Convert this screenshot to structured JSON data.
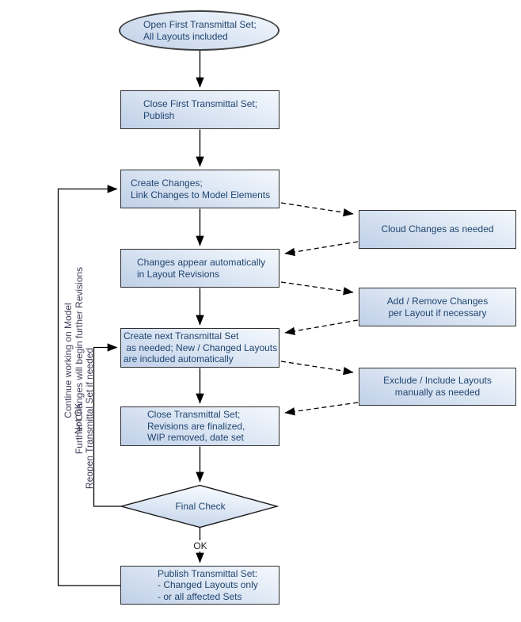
{
  "diagram": {
    "colors": {
      "node_fill_light": "#f4f8fd",
      "node_fill_dark": "#c0d0e8",
      "border": "#2f2f2f",
      "text": "#20456f",
      "rotated_label_text": "#3f3f5a",
      "connector": "#000000"
    },
    "start": {
      "lines": [
        "Open First Transmittal Set;",
        "All Layouts included"
      ]
    },
    "main": [
      {
        "id": "close-first",
        "lines": [
          "Close First Transmittal Set;",
          "Publish"
        ]
      },
      {
        "id": "create-changes",
        "lines": [
          "Create Changes;",
          "Link Changes to Model Elements"
        ]
      },
      {
        "id": "changes-appear",
        "lines": [
          "Changes appear automatically",
          "in Layout Revisions"
        ]
      },
      {
        "id": "create-next",
        "lines": [
          "Create next Transmittal Set",
          " as needed; New / Changed Layouts",
          "are included automatically"
        ]
      },
      {
        "id": "close-transmittal",
        "lines": [
          "Close Transmittal Set;",
          "Revisions are finalized,",
          "WIP removed, date set"
        ]
      },
      {
        "id": "publish",
        "lines": [
          "Publish Transmittal Set:",
          "- Changed Layouts only",
          "- or all affected Sets"
        ]
      }
    ],
    "side": [
      {
        "id": "cloud-changes",
        "lines": [
          "Cloud Changes as needed",
          ""
        ]
      },
      {
        "id": "add-remove",
        "lines": [
          "Add / Remove Changes",
          "per Layout if necessary"
        ]
      },
      {
        "id": "exclude-include",
        "lines": [
          "Exclude / Include Layouts",
          "manually as needed"
        ]
      }
    ],
    "decision": {
      "label": "Final Check"
    },
    "ok_label": "OK",
    "rotated_labels": {
      "outer": {
        "line1": "Continue working on Model",
        "line2": "Further Changes will begin further Revisions"
      },
      "inner": {
        "line1": "Not OK",
        "line2": "Reopen Transmittal Set if needed"
      }
    }
  }
}
